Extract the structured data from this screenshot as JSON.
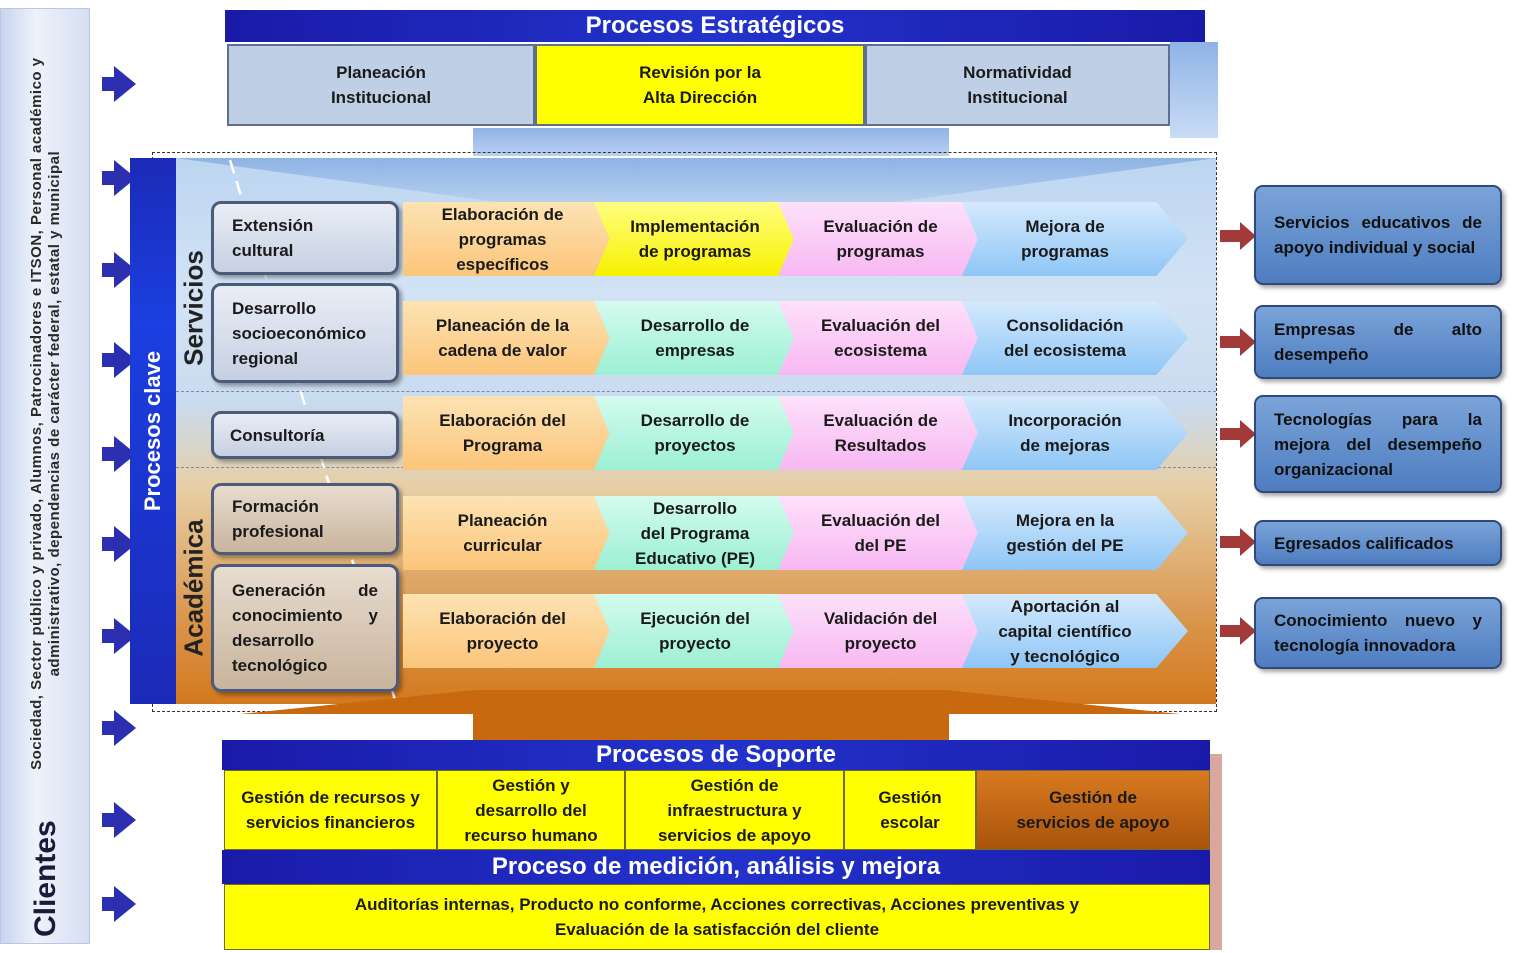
{
  "clients": {
    "title": "Clientes",
    "description": "Sociedad, Sector público y privado, Alumnos, Patrocinadores e ITSON, Personal académico y administrativo, dependencias de carácter federal, estatal y municipal"
  },
  "strategic": {
    "title": "Procesos Estratégicos",
    "boxes": [
      "Planeación\nInstitucional",
      "Revisión por la\nAlta Dirección",
      "Normatividad\nInstitucional"
    ]
  },
  "key": {
    "title": "Procesos clave",
    "group_services": "Servicios",
    "group_academic": "Académica",
    "rows": [
      {
        "process": "Extensión\ncultural",
        "steps": [
          "Elaboración de\nprogramas\nespecíficos",
          "Implementación\nde programas",
          "Evaluación de\nprogramas",
          "Mejora de\nprogramas"
        ],
        "output": "Servicios educativos de apoyo individual y social"
      },
      {
        "process": "Desarrollo\nsocioeconómico\nregional",
        "steps": [
          "Planeación de la\ncadena de valor",
          "Desarrollo de\nempresas",
          "Evaluación del\necosistema",
          "Consolidación\ndel ecosistema"
        ],
        "output": "Empresas de alto desempeño"
      },
      {
        "process": "Consultoría",
        "steps": [
          "Elaboración del\nPrograma",
          "Desarrollo de\nproyectos",
          "Evaluación de\nResultados",
          "Incorporación\nde mejoras"
        ],
        "output": "Tecnologías para la mejora del desempeño organizacional"
      },
      {
        "process": "Formación\nprofesional",
        "steps": [
          "Planeación\ncurricular",
          "Desarrollo\ndel Programa\nEducativo (PE)",
          "Evaluación del\ndel PE",
          "Mejora en la\ngestión del PE"
        ],
        "output": "Egresados calificados"
      },
      {
        "process": "Generación de conocimiento y desarrollo tecnológico",
        "steps": [
          "Elaboración del\nproyecto",
          "Ejecución del\nproyecto",
          "Validación del\nproyecto",
          "Aportación al\ncapital científico\ny tecnológico"
        ],
        "output": "Conocimiento nuevo y tecnología innovadora"
      }
    ]
  },
  "support": {
    "title": "Procesos de Soporte",
    "boxes": [
      "Gestión de recursos y\nservicios financieros",
      "Gestión y\ndesarrollo del\nrecurso humano",
      "Gestión de\ninfraestructura y\nservicios de apoyo",
      "Gestión\nescolar",
      "Gestión de\nservicios de apoyo"
    ]
  },
  "measurement": {
    "title": "Proceso de medición, análisis y mejora",
    "text": "Auditorías internas, Producto no conforme, Acciones correctivas, Acciones preventivas y\nEvaluación de la satisfacción del cliente"
  },
  "colors": {
    "bar_blue": "#1a1aa8",
    "highlight_yellow": "#ffff00",
    "strategic_box": "#bfcfe6",
    "output_box": "#5d89c8",
    "support_orange": "#c8690f",
    "output_arrow": "#a33a3a",
    "input_arrow": "#2c2fb0"
  }
}
